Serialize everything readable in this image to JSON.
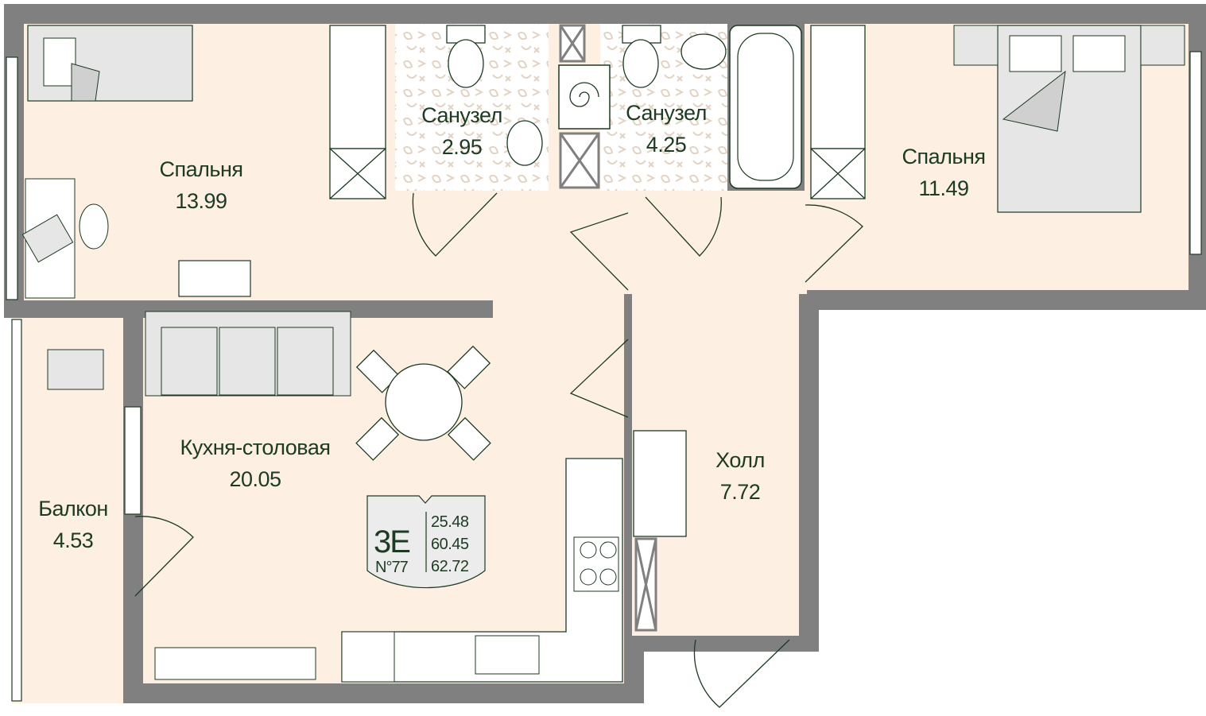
{
  "rooms": [
    {
      "name": "Спальня",
      "area": "13.99"
    },
    {
      "name": "Санузел",
      "area": "2.95"
    },
    {
      "name": "Санузел",
      "area": "4.25"
    },
    {
      "name": "Спальня",
      "area": "11.49"
    },
    {
      "name": "Кухня-столовая",
      "area": "20.05"
    },
    {
      "name": "Холл",
      "area": "7.72"
    },
    {
      "name": "Балкон",
      "area": "4.53"
    }
  ],
  "badge": {
    "type": "3E",
    "number": "N°77",
    "areas": [
      "25.48",
      "60.45",
      "62.72"
    ]
  },
  "colors": {
    "wall": "#808080",
    "floor": "#fdefe1",
    "text": "#1d3a22",
    "tile": "#e2d3c3",
    "furniture": "#e6e6e6"
  }
}
